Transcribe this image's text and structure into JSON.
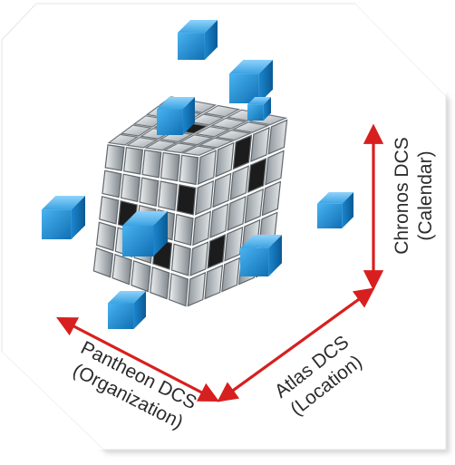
{
  "axes": {
    "calendar": {
      "name": "Chronos DCS",
      "sub": "(Calendar)"
    },
    "location": {
      "name": "Atlas DCS",
      "sub": "(Location)"
    },
    "organization": {
      "name": "Pantheon DCS",
      "sub": "(Organization)"
    }
  },
  "colors": {
    "arrow": "#d81f1f",
    "blue_cube": "#1f8fd8",
    "steel": "#9aa3aa",
    "frame_shadow": "#c9c9c9"
  }
}
